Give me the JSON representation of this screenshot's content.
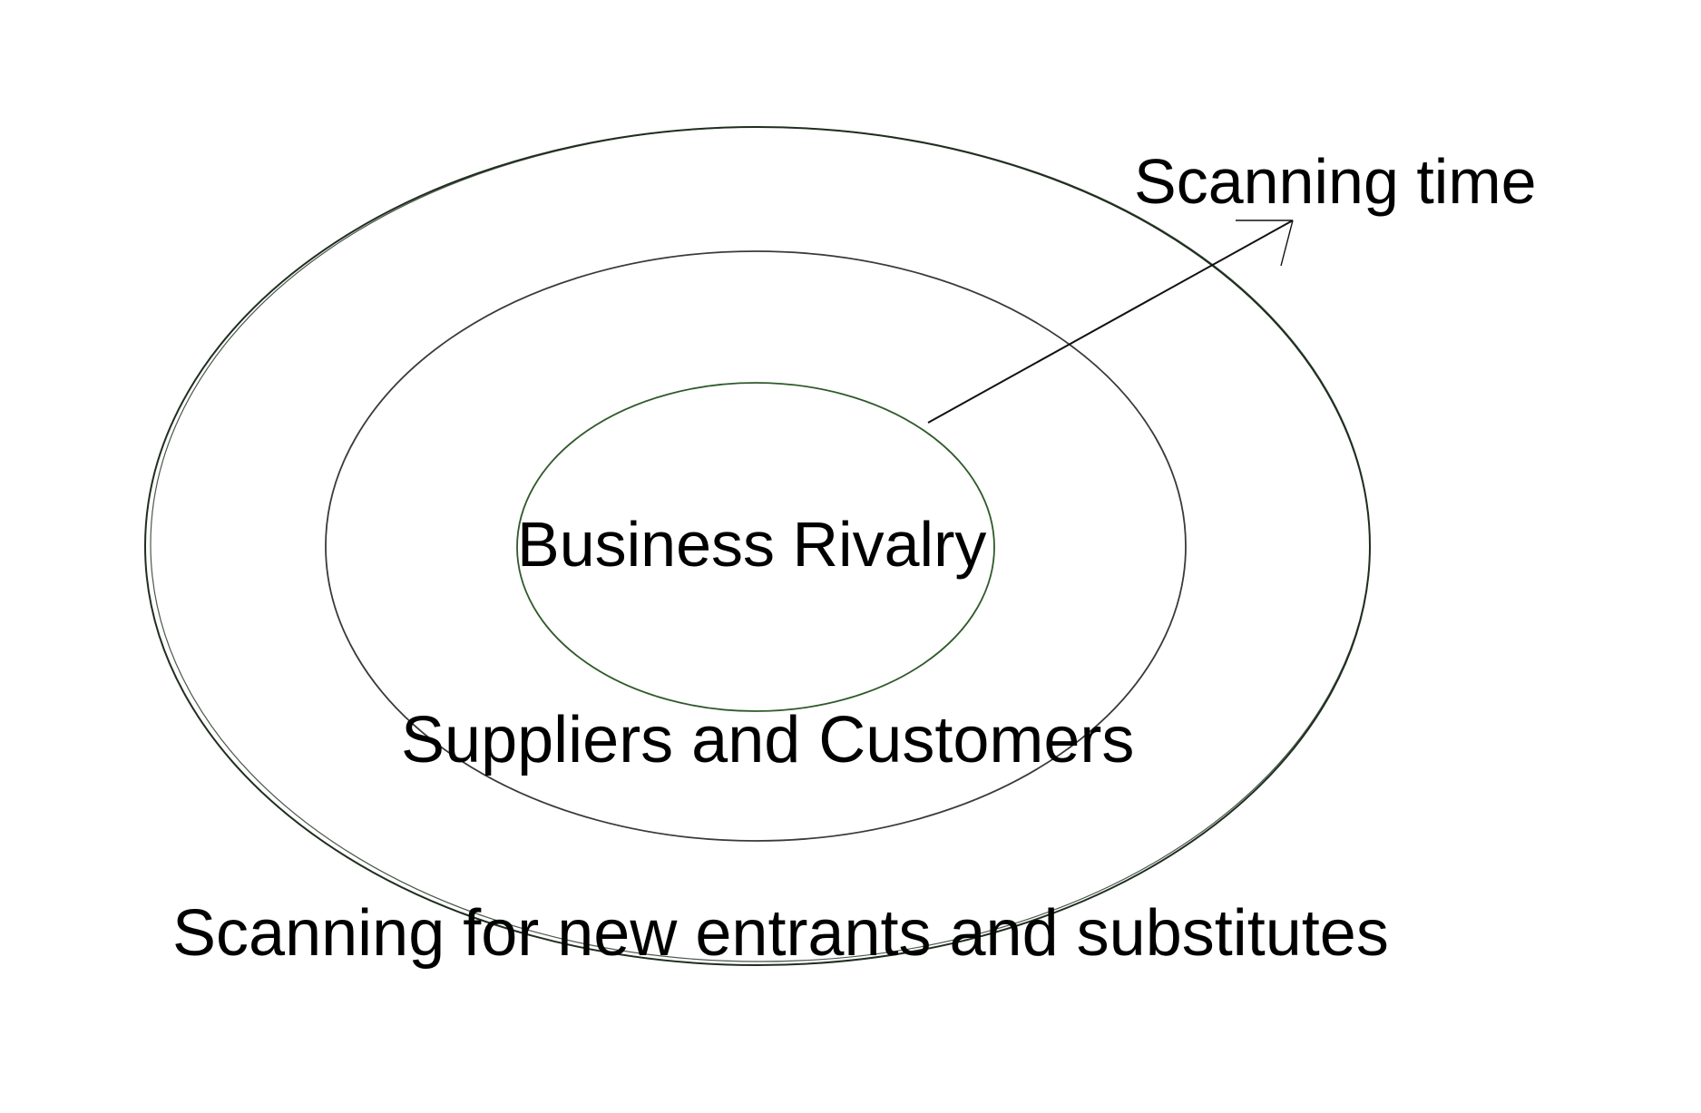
{
  "diagram": {
    "labels": {
      "scanning_time": "Scanning time",
      "inner_ring": "Business Rivalry",
      "middle_ring": "Suppliers and Customers",
      "outer_ring": "Scanning for new entrants and substitutes"
    },
    "colors": {
      "inner_ellipse_stroke": "#2f5a2a",
      "middle_ellipse_stroke": "#3a3a3a",
      "outer_ellipse_stroke": "#1f2e1f",
      "arrow_stroke": "#111111",
      "text": "#000000",
      "background": "#ffffff"
    }
  }
}
